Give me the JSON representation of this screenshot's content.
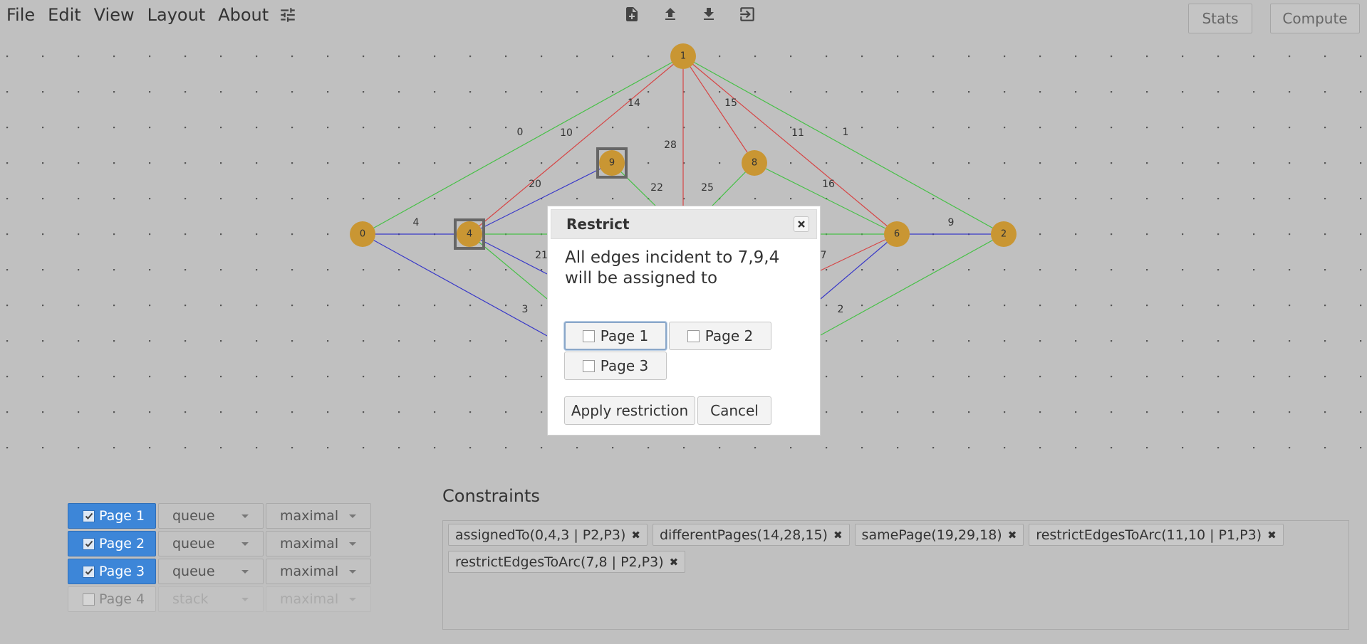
{
  "menu": {
    "items": [
      "File",
      "Edit",
      "View",
      "Layout",
      "About"
    ]
  },
  "toolbar": {
    "icons": [
      "new-file-icon",
      "upload-icon",
      "download-icon",
      "export-icon"
    ]
  },
  "buttons": {
    "stats": "Stats",
    "compute": "Compute"
  },
  "graph": {
    "node_color": "#c99633",
    "selected_nodes": [
      "4",
      "9",
      "7"
    ],
    "nodes": [
      "0",
      "1",
      "2",
      "4",
      "6",
      "8",
      "9"
    ],
    "edge_colors": {
      "page1": "#d64545",
      "page2": "#3838c8",
      "page3": "#46c046"
    },
    "edge_labels": [
      "0",
      "1",
      "2",
      "3",
      "4",
      "7",
      "9",
      "10",
      "11",
      "14",
      "15",
      "16",
      "20",
      "21",
      "22",
      "25",
      "28"
    ]
  },
  "dialog": {
    "title": "Restrict",
    "message": "All edges incident to 7,9,4 will be assigned to",
    "options": [
      "Page 1",
      "Page 2",
      "Page 3"
    ],
    "apply": "Apply restriction",
    "cancel": "Cancel"
  },
  "pages": [
    {
      "label": "Page 1",
      "checked": true,
      "type": "queue",
      "mode": "maximal"
    },
    {
      "label": "Page 2",
      "checked": true,
      "type": "queue",
      "mode": "maximal"
    },
    {
      "label": "Page 3",
      "checked": true,
      "type": "queue",
      "mode": "maximal"
    },
    {
      "label": "Page 4",
      "checked": false,
      "type": "stack",
      "mode": "maximal"
    }
  ],
  "constraints": {
    "title": "Constraints",
    "items": [
      "assignedTo(0,4,3 | P2,P3)",
      "differentPages(14,28,15)",
      "samePage(19,29,18)",
      "restrictEdgesToArc(11,10 | P1,P3)",
      "restrictEdgesToArc(7,8 | P2,P3)"
    ]
  }
}
